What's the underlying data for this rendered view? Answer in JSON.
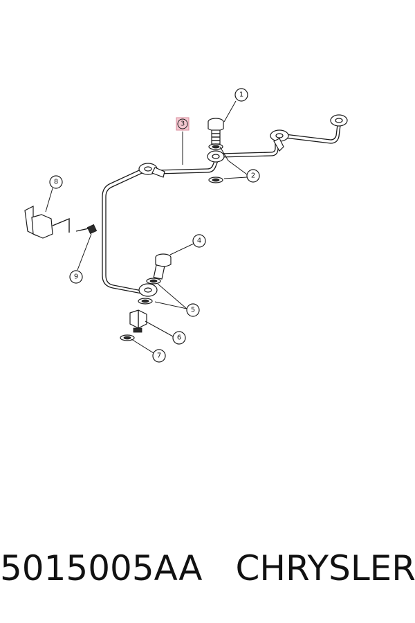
{
  "diagram": {
    "callouts": [
      {
        "id": "callout-1",
        "label": "1"
      },
      {
        "id": "callout-2",
        "label": "2"
      },
      {
        "id": "callout-3",
        "label": "3",
        "highlighted": true,
        "highlight_color": "#e8a3b0"
      },
      {
        "id": "callout-4",
        "label": "4"
      },
      {
        "id": "callout-5",
        "label": "5"
      },
      {
        "id": "callout-6",
        "label": "6"
      },
      {
        "id": "callout-7",
        "label": "7"
      },
      {
        "id": "callout-8",
        "label": "8"
      },
      {
        "id": "callout-9",
        "label": "9"
      }
    ]
  },
  "caption": {
    "part_number": "5015005AA",
    "brand": "CHRYSLER"
  }
}
